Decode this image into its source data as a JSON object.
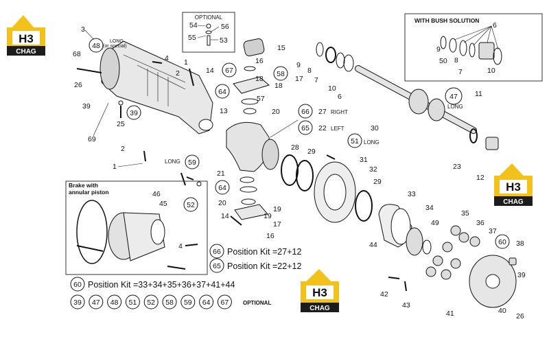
{
  "brand": {
    "logo_text_main": "H3",
    "logo_text_sub": "CHAG",
    "colors": {
      "yellow": "#f2c21b",
      "dark": "#1c1c1c"
    }
  },
  "boxes": {
    "optional_title": "OPTIONAL",
    "bush_title": "WITH BUSH SOLUTION",
    "brake_title_1": "Brake with",
    "brake_title_2": "annular piston"
  },
  "annotations": {
    "long_special_1": "LONG",
    "long_special_2": "(or special)",
    "right": "RIGHT",
    "left": "LEFT",
    "long_a": "LONG",
    "long_b": "LONG",
    "long_c": "LONG"
  },
  "kits": {
    "k66": {
      "num": "66",
      "text": "Position Kit =27+12"
    },
    "k65": {
      "num": "65",
      "text": "Position Kit =22+12"
    },
    "k60": {
      "num": "60",
      "text": "Position Kit =33+34+35+36+37+41+44"
    }
  },
  "optional_row": {
    "items": [
      "39",
      "47",
      "48",
      "51",
      "52",
      "58",
      "59",
      "64",
      "67"
    ],
    "label": "OPTIONAL"
  },
  "labels": {
    "l54": "54",
    "l56": "56",
    "l55": "55",
    "l53": "53",
    "l3": "3",
    "l48": "48",
    "l68": "68",
    "l4a": "4",
    "l26a": "26",
    "l39a": "39",
    "l69": "69",
    "l25": "25",
    "l39b": "39",
    "l1a": "1",
    "l2a": "2",
    "l2b": "2",
    "l1b": "1",
    "l15": "15",
    "l16a": "16",
    "l14a": "14",
    "l67": "67",
    "l58": "58",
    "l18a": "18",
    "l18b": "18",
    "l17a": "17",
    "l64a": "64",
    "l57": "57",
    "l13": "13",
    "l20a": "20",
    "l66": "66",
    "l27": "27",
    "l65": "65",
    "l22": "22",
    "l9a": "9",
    "l8a": "8",
    "l7a": "7",
    "l10a": "10",
    "l6a": "6",
    "l9b": "9",
    "l50": "50",
    "l8b": "8",
    "l7b": "7",
    "l10b": "10",
    "l6b": "6",
    "l47": "47",
    "l11": "11",
    "l30": "30",
    "l51": "51",
    "l28": "28",
    "l29a": "29",
    "l31": "31",
    "l32": "32",
    "l29b": "29",
    "l23": "23",
    "l12": "12",
    "l59": "59",
    "l46": "46",
    "l45": "45",
    "l52": "52",
    "l21": "21",
    "l64b": "64",
    "l20b": "20",
    "l19a": "19",
    "l19b": "19",
    "l14b": "14",
    "l17b": "17",
    "l16b": "16",
    "l33": "33",
    "l34": "34",
    "l35": "35",
    "l36": "36",
    "l37": "37",
    "l60": "60",
    "l38": "38",
    "l49": "49",
    "l44": "44",
    "l42": "42",
    "l43": "43",
    "l39c": "39",
    "l41": "41",
    "l40": "40",
    "l26b": "26",
    "l4b": "4"
  }
}
